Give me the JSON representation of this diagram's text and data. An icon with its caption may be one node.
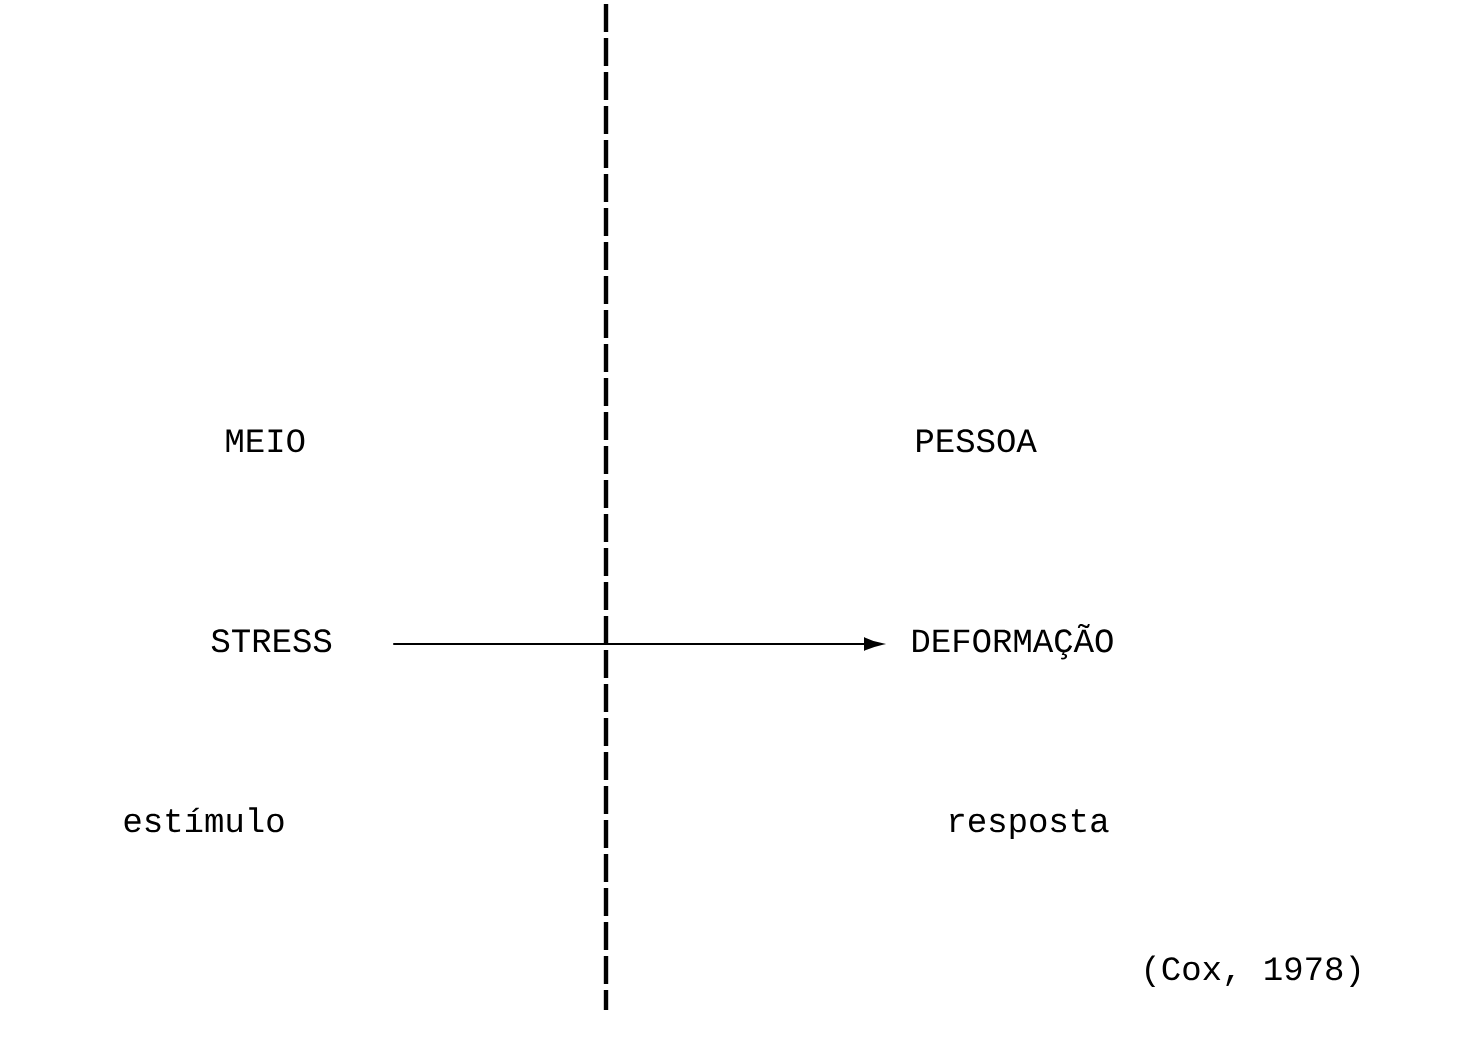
{
  "diagram": {
    "nodes": [
      {
        "text": [
          "STRESS"
        ]
      },
      {
        "text": [
          "DEFORMAÇÃO"
        ]
      }
    ],
    "edges": [
      {
        "from": 0,
        "to": 1,
        "arrow": "to"
      }
    ],
    "labels": [
      "MEIO",
      "PESSOA",
      "estímulo",
      "resposta",
      "(Cox, 1978)"
    ]
  }
}
